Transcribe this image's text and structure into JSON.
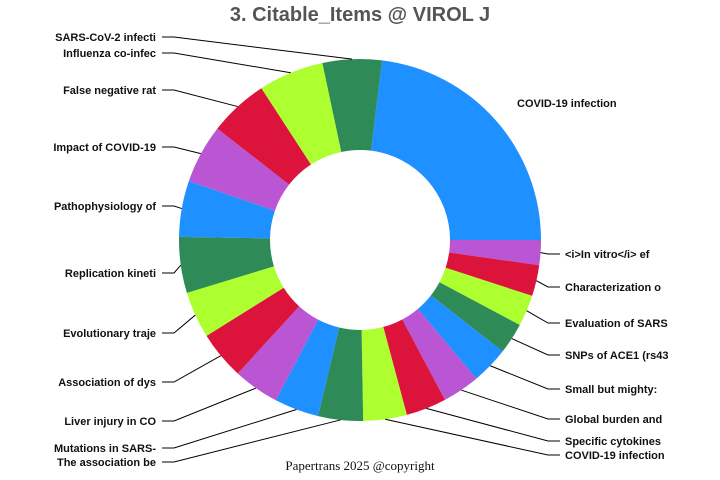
{
  "chart_data": {
    "type": "pie",
    "donut": true,
    "title": "3. Citable_Items @ VIROL J",
    "labels": [
      "COVID-19 infection",
      "<i>In vitro</i> ef",
      "Characterization o",
      "Evaluation of SARS",
      "SNPs of ACE1 (rs43",
      "Small but mighty:",
      "Global burden and",
      "Specific cytokines",
      "COVID-19 infection",
      "The association be",
      "Mutations in SARS-",
      "Liver injury in CO",
      "Association of dys",
      "Evolutionary traje",
      "Replication kineti",
      "Pathophysiology of",
      "Impact of COVID-19",
      "False negative rat",
      "Influenza co-infec",
      "SARS-CoV-2 infecti"
    ],
    "values": [
      83,
      8,
      10,
      10,
      10,
      12,
      12,
      13,
      14,
      14.4,
      14.3,
      14.8,
      15.5,
      15,
      18,
      18,
      19,
      19,
      21,
      19
    ],
    "colors": [
      "#1E90FF",
      "#BA55D3",
      "#DC143C",
      "#ADFF2F",
      "#2E8B57"
    ],
    "legend": "none"
  },
  "footer": "Papertrans 2025 @copyright"
}
